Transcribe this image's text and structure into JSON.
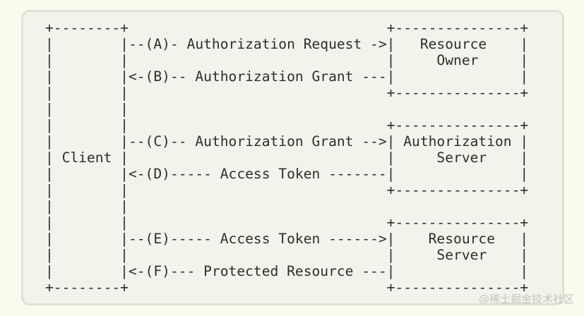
{
  "diagram": {
    "lines": [
      "+--------+                               +---------------+",
      "|        |--(A)- Authorization Request ->|   Resource    |",
      "|        |                               |     Owner     |",
      "|        |<-(B)-- Authorization Grant ---|               |",
      "|        |                               +---------------+",
      "|        |",
      "|        |                               +---------------+",
      "|        |--(C)-- Authorization Grant -->| Authorization |",
      "| Client |                               |     Server    |",
      "|        |<-(D)----- Access Token -------|               |",
      "|        |                               +---------------+",
      "|        |",
      "|        |                               +---------------+",
      "|        |--(E)----- Access Token ------>|    Resource   |",
      "|        |                               |     Server    |",
      "|        |<-(F)--- Protected Resource ---|               |",
      "+--------+                               +---------------+"
    ]
  },
  "watermark": "@稀土掘金技术社区"
}
